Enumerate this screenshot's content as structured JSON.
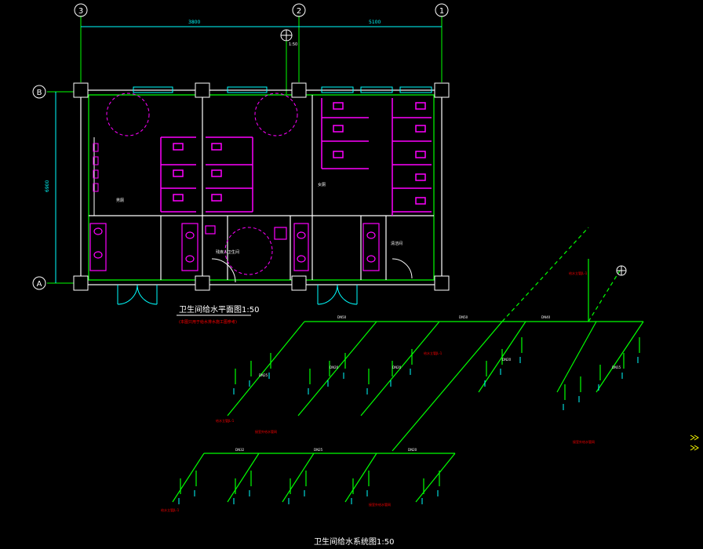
{
  "grid_axes": {
    "vertical": [
      "3",
      "2",
      "1"
    ],
    "horizontal": [
      "B",
      "A"
    ]
  },
  "dimensions": {
    "span_left": "3800",
    "span_right": "5100",
    "height": "6900",
    "riser_offset": "1:50"
  },
  "plan": {
    "title": "卫生间给水平面图1:50",
    "subtitle": "(本图只用于给水排水施工图参考)",
    "room_labels": {
      "left": "男厕",
      "right": "女厕",
      "accessible": "残疾人卫生间",
      "janitor": "清洁间"
    }
  },
  "system": {
    "title": "卫生间给水系统图1:50",
    "pipe_labels": [
      "DN15",
      "DN20",
      "DN25",
      "DN32",
      "DN40",
      "DN50"
    ],
    "notes": [
      "给水立管JL-1",
      "接室外给水管网"
    ]
  },
  "colors": {
    "background": "#000000",
    "wall": "#ffffff",
    "partition": "#ff00ff",
    "pipe": "#00ff00",
    "dimension": "#00ffff",
    "annotation": "#ff0000",
    "text": "#ffffff",
    "grid": "#00ff00"
  }
}
